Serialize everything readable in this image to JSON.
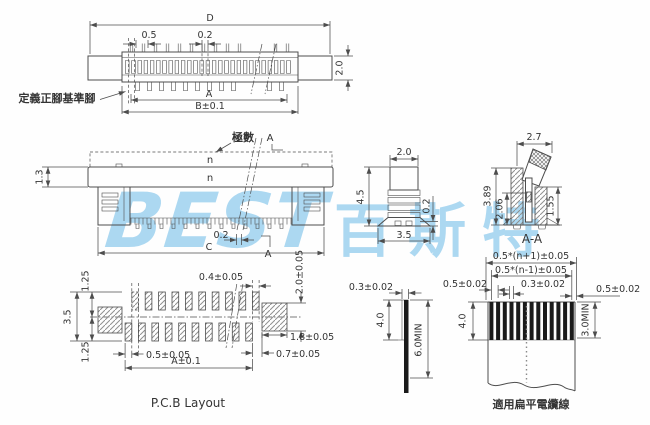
{
  "watermark": {
    "text_latin": "BEST",
    "text_cjk": "百斯特",
    "color": "#9ed1ee"
  },
  "top_view": {
    "pin1_label": "定義正腳基準腳",
    "dim_d": "D",
    "dim_pitch": "0.5",
    "dim_contact": "0.2",
    "dim_a": "A",
    "dim_b": "B±0.1",
    "dim_height": "2.0"
  },
  "front_view": {
    "poles_label": "極數",
    "cable_n": "n",
    "body_n": "n",
    "dim_13": "1.3",
    "dim_02": "0.2",
    "dim_c": "C",
    "section_letter": "A"
  },
  "section_view": {
    "dim_top": "2.0",
    "dim_h": "4.5",
    "dim_foot": "0.2",
    "dim_w": "3.5"
  },
  "aa_view": {
    "label": "A-A",
    "dim_w": "2.7",
    "dim_h1": "3.89",
    "dim_h2": "2.06",
    "dim_h3": "1.55"
  },
  "pcb_view": {
    "title": "P.C.B Layout",
    "dim_125t": "1.25",
    "dim_35": "3.5",
    "dim_125b": "1.25",
    "dim_04": "0.4±0.05",
    "dim_20": "2.0±0.05",
    "dim_18": "1.8±0.05",
    "dim_07": "0.7±0.05",
    "dim_05": "0.5±0.05",
    "dim_a": "A±0.1"
  },
  "cable_side_view": {
    "dim_t": "0.3±0.02",
    "dim_40": "4.0",
    "dim_60": "6.0MIN"
  },
  "cable_front_view": {
    "title": "適用扁平電纜線",
    "dim_np1": "0.5*(n+1)±0.05",
    "dim_nm1": "0.5*(n-1)±0.05",
    "dim_05l": "0.5±0.02",
    "dim_03": "0.3±0.02",
    "dim_05r": "0.5±0.02",
    "dim_40": "4.0",
    "dim_30": "3.0MIN"
  }
}
